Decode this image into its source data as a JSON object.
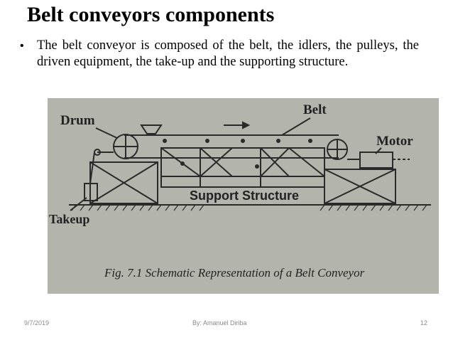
{
  "slide": {
    "title": "Belt conveyors components",
    "bullet_symbol": "•",
    "bullet_text": "The belt conveyor is composed of the belt, the idlers, the pulleys, the driven equipment, the take-up and the supporting structure."
  },
  "figure": {
    "labels": {
      "drum": "Drum",
      "belt": "Belt",
      "motor": "Motor",
      "support_structure": "Support Structure",
      "takeup": "Takeup"
    },
    "caption": "Fig. 7.1 Schematic Representation of a Belt Conveyor",
    "background_color": "#b3b5ad",
    "line_color": "#2a2a2a"
  },
  "footer": {
    "date": "9/7/2019",
    "author": "By: Amanuel Diriba",
    "page_number": "12"
  }
}
